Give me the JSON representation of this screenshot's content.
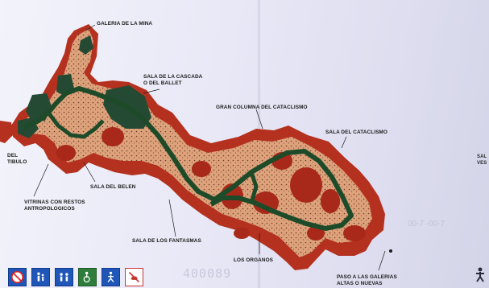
{
  "map": {
    "labels": {
      "galeria_mina": "GALERIA DE LA MINA",
      "sala_cascada": "SALA DE LA CASCADA\nO DEL BALLET",
      "gran_columna": "GRAN COLUMNA DEL CATACLISMO",
      "sala_cataclismo": "SALA DEL CATACLISMO",
      "vestibulo_left": "DEL\nTIBULO",
      "sala_belen": "SALA DEL BELEN",
      "vitrinas": "VITRINAS CON RESTOS\nANTROPOLOGICOS",
      "sala_fantasmas": "SALA DE LOS FANTASMAS",
      "los_organos": "LOS ORGANOS",
      "paso_galerias": "PASO A LAS GALERIAS\nALTAS O NUEVAS",
      "vestibulo_right": "SAL\nVES"
    },
    "ghost_number": "400089",
    "ghost_right_text": "00-7\n-00-7",
    "icons": [
      "no-entry-icon",
      "family-icon",
      "group-icon",
      "wheelchair-icon",
      "accessible-person-icon",
      "no-dogs-icon"
    ],
    "colors": {
      "cave_floor": "#d9a07a",
      "chamber_red": "#b8301f",
      "path_green": "#1d4b2a",
      "dark_green": "#244a33",
      "paper": "#e8e8f5",
      "icon_blue": "#1f56b8"
    }
  }
}
